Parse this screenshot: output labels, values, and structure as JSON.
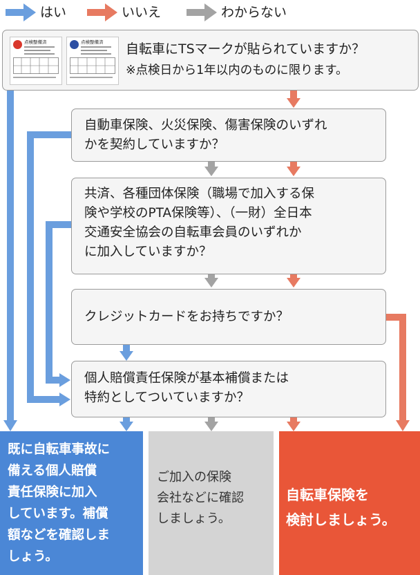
{
  "legend": {
    "yes": "はい",
    "no": "いいえ",
    "unknown": "わからない"
  },
  "colors": {
    "yes": "#6a9ede",
    "no": "#e77a61",
    "unknown": "#a3a3a3",
    "box_fill": "#f5f5f5",
    "box_border": "#9a9a9a",
    "result_yes": "#4b87d6",
    "result_unknown": "#d4d4d4",
    "result_no": "#e95638"
  },
  "ts_mark": {
    "label": "点検整備済",
    "red_logo": "red-ts-logo",
    "blue_logo": "blue-ts-logo"
  },
  "q1": {
    "text": "自転車にTSマークが貼られていますか？",
    "note": "※点検日から1年以内のものに限ります。"
  },
  "q2": {
    "text": "自動車保険、火災保険、傷害保険のいずれ\nかを契約していますか？"
  },
  "q3": {
    "text": "共済、各種団体保険（職場で加入する保\n険や学校のPTA保険等）、（一財）全日本\n交通安全協会の自転車会員のいずれか\nに加入していますか？"
  },
  "q4": {
    "text": "クレジットカードをお持ちですか？"
  },
  "q5": {
    "text": "個人賠償責任保険が基本補償または\n特約としてついていますか？"
  },
  "results": {
    "yes": "既に自転車事故に\n備える個人賠償\n責任保険に加入\nしています。補償\n額などを確認しま\nしょう。",
    "unknown": "ご加入の保険\n会社などに確認\nしましょう。",
    "no": "自転車保険を\n検討しましょう。"
  }
}
